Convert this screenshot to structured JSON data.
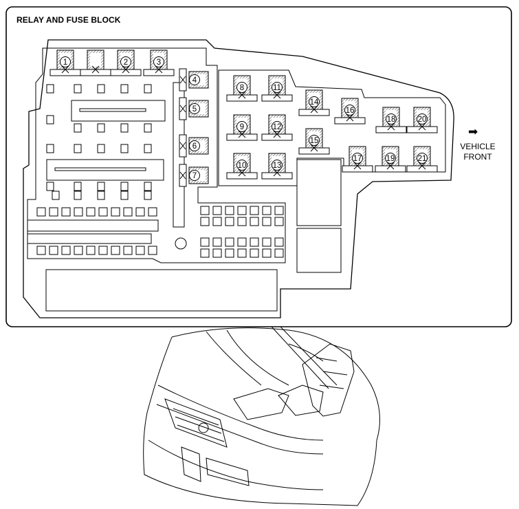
{
  "title": "RELAY AND FUSE BLOCK",
  "direction": {
    "label_line1": "VEHICLE",
    "label_line2": "FRONT",
    "arrow_icon": "right-arrow-icon"
  },
  "components": [
    {
      "number": "1"
    },
    {
      "number": "2"
    },
    {
      "number": "3"
    },
    {
      "number": "4"
    },
    {
      "number": "5"
    },
    {
      "number": "6"
    },
    {
      "number": "7"
    },
    {
      "number": "8"
    },
    {
      "number": "9"
    },
    {
      "number": "10"
    },
    {
      "number": "11"
    },
    {
      "number": "12"
    },
    {
      "number": "13"
    },
    {
      "number": "14"
    },
    {
      "number": "15"
    },
    {
      "number": "16"
    },
    {
      "number": "17"
    },
    {
      "number": "18"
    },
    {
      "number": "19"
    },
    {
      "number": "20"
    },
    {
      "number": "21"
    }
  ],
  "colors": {
    "line": "#000000",
    "fill": "#ffffff",
    "hatch": "#555555"
  }
}
